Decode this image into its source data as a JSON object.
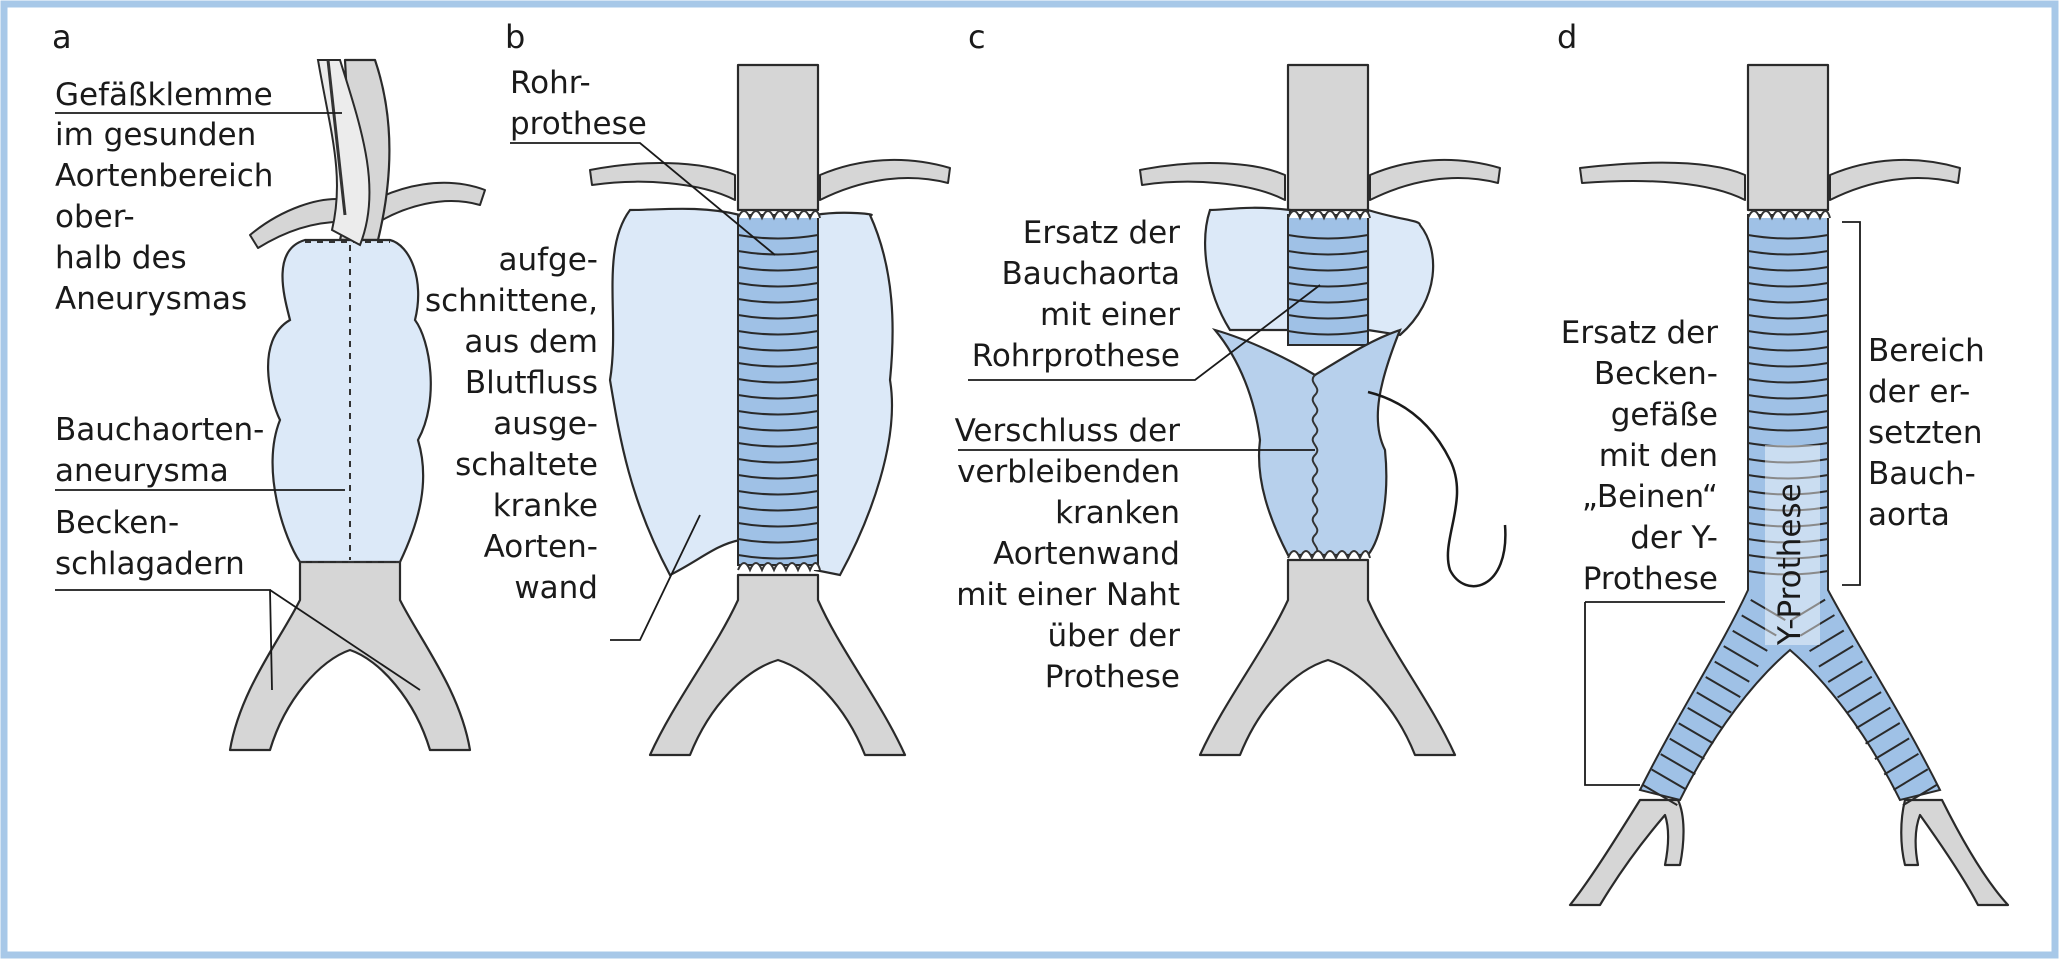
{
  "panels": [
    {
      "letter": "a",
      "labels": {
        "clamp": [
          "Gefäßklemme",
          "im gesunden",
          "Aortenbereich",
          "ober-",
          "halb des",
          "Aneurysmas"
        ],
        "aneurysm": [
          "Bauchaorten-",
          "aneurysma"
        ],
        "iliac": [
          "Becken-",
          "schlagadern"
        ]
      }
    },
    {
      "letter": "b",
      "labels": {
        "graft": [
          "Rohr-",
          "prothese"
        ],
        "wall": [
          "aufge-",
          "schnittene,",
          "aus dem",
          "Blutfluss",
          "ausge-",
          "schaltete",
          "kranke",
          "Aorten-",
          "wand"
        ]
      }
    },
    {
      "letter": "c",
      "labels": {
        "replace": [
          "Ersatz der",
          "Bauchaorta",
          "mit einer",
          "Rohrprothese"
        ],
        "closure": [
          "Verschluss der",
          "verbleibenden",
          "kranken",
          "Aortenwand",
          "mit einer Naht",
          "über der",
          "Prothese"
        ]
      }
    },
    {
      "letter": "d",
      "labels": {
        "pelvic": [
          "Ersatz der",
          "Becken-",
          "gefäße",
          "mit den",
          "„Beinen“",
          "der Y-",
          "Prothese"
        ],
        "region": [
          "Bereich",
          "der er-",
          "setzten",
          "Bauch-",
          "aorta"
        ],
        "yprosthesis": "Y-Prothese"
      }
    }
  ],
  "colors": {
    "frame": "#a7c8e8",
    "vessel": "#d6d6d6",
    "aneurysm": "#dce9f8",
    "graft": "#9fc1e6"
  }
}
